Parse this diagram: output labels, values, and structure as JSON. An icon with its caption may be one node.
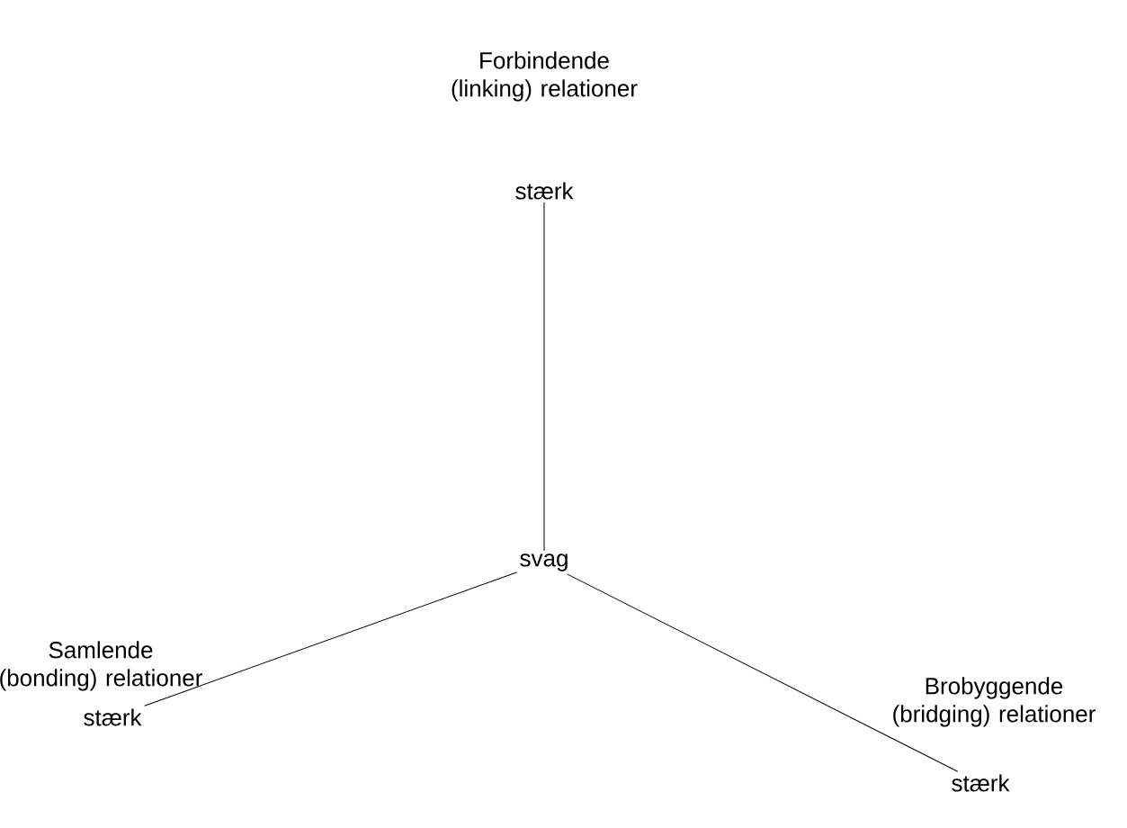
{
  "diagram": {
    "nodes": [
      {
        "text": [
          "stærk"
        ]
      },
      {
        "text": [
          "svag"
        ]
      },
      {
        "text": [
          "stærk"
        ]
      },
      {
        "text": [
          "stærk"
        ]
      }
    ],
    "edges": [
      {
        "from": 1,
        "to": 0,
        "arrow": "none"
      },
      {
        "from": 1,
        "to": 2,
        "arrow": "none"
      },
      {
        "from": 1,
        "to": 3,
        "arrow": "none"
      }
    ],
    "labels": [
      "Forbindende (linking) relationer",
      "Samlende (bonding) relationer",
      "Brobyggende (bridging) relationer"
    ]
  }
}
